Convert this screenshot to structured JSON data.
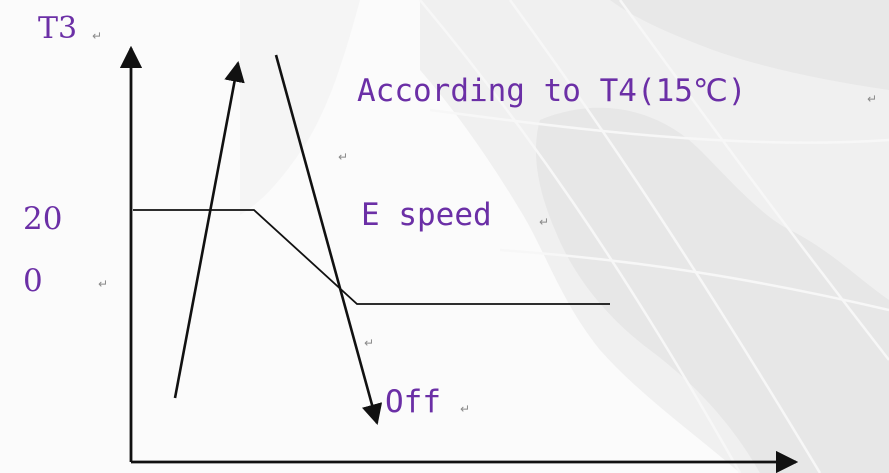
{
  "labels": {
    "y_axis": "T3",
    "mode_label": "According to T4(15℃)",
    "speed_label": "E speed",
    "threshold_digits_1": "20",
    "threshold_digits_2": "0",
    "off_label": "Off"
  },
  "paragraph_mark": "↵",
  "colors": {
    "text": "#6b2fa6",
    "line": "#111111",
    "mark": "#8a8a8a",
    "background_pattern": "#e9e9e9"
  }
}
